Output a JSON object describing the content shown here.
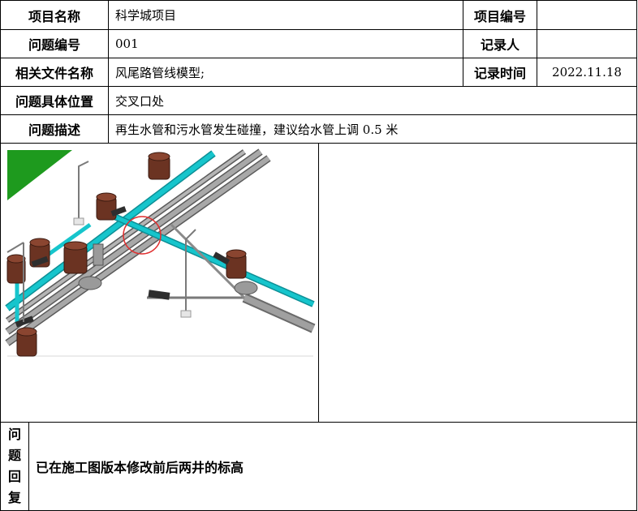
{
  "form": {
    "project_name_label": "项目名称",
    "project_name_value": "科学城项目",
    "project_no_label": "项目编号",
    "project_no_value": "",
    "issue_no_label": "问题编号",
    "issue_no_value": "001",
    "recorder_label": "记录人",
    "recorder_value": "",
    "related_file_label": "相关文件名称",
    "related_file_value": "风尾路管线模型;",
    "record_time_label": "记录时间",
    "record_time_value": "2022.11.18",
    "location_label": "问题具体位置",
    "location_value": "交叉口处",
    "description_label": "问题描述",
    "description_value": "再生水管和污水管发生碰撞，建议给水管上调 0.5 米",
    "reply_label": [
      "问",
      "题",
      "回",
      "复"
    ],
    "reply_value": "已在施工图版本修改前后两井的标高"
  },
  "colors": {
    "water_pipe": "#16c5cc",
    "sewer_pipe": "#8c8c8c",
    "manhole": "#6b3322",
    "clash_marker": "#e03030",
    "terrain": "#1e9a1e"
  }
}
